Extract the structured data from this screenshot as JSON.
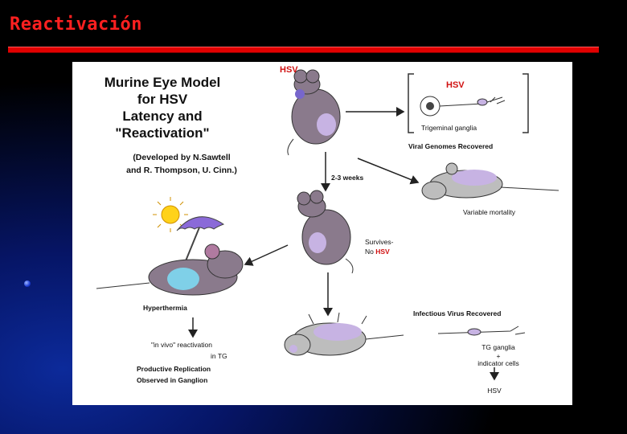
{
  "slide": {
    "title": "Reactivación",
    "colors": {
      "title": "#ff2020",
      "rule": "#e10000",
      "background": "#000000",
      "accent_blue": "#0c2a9a"
    }
  },
  "figure": {
    "title_lines": [
      "Murine Eye Model",
      "for HSV",
      "Latency and",
      "\"Reactivation\""
    ],
    "credit_lines": [
      "(Developed by N.Sawtell",
      "and R. Thompson, U. Cinn.)"
    ],
    "hsv_top": "HSV",
    "hsv_inset": "HSV",
    "trigeminal_ganglia": "Trigeminal ganglia",
    "viral_genomes": "Viral Genomes Recovered",
    "weeks": "2-3 weeks",
    "variable_mortality": "Variable mortality",
    "survives": "Survives-",
    "no_hsv_prefix": "No",
    "no_hsv_red": "HSV",
    "hyperthermia": "Hyperthermia",
    "in_vivo": "\"in vivo\" reactivation",
    "in_tg": "in TG",
    "productive_1": "Productive Replication",
    "productive_2": "Observed in Ganglion",
    "infectious_virus": "Infectious Virus Recovered",
    "tg_ganglia": "TG ganglia",
    "plus": "+",
    "indicator_cells": "indicator cells",
    "hsv_bottom": "HSV"
  }
}
